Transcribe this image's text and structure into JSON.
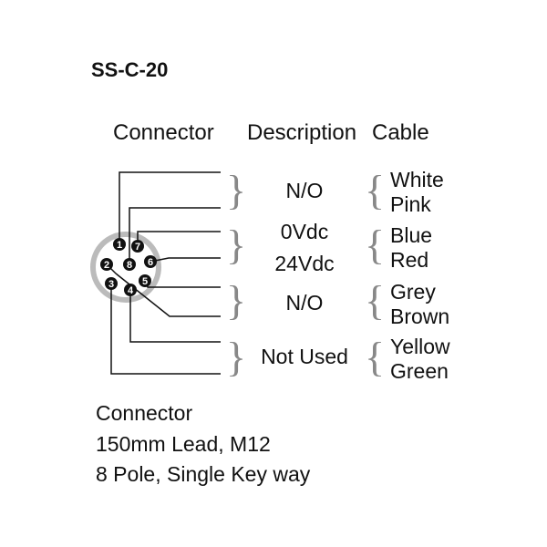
{
  "title": "SS-C-20",
  "headers": {
    "connector": "Connector",
    "description": "Description",
    "cable": "Cable"
  },
  "pins": [
    "1",
    "2",
    "3",
    "4",
    "5",
    "6",
    "7",
    "8"
  ],
  "groups": [
    {
      "description": [
        "N/O"
      ],
      "cables": [
        "White",
        "Pink"
      ]
    },
    {
      "description": [
        "0Vdc",
        "24Vdc"
      ],
      "cables": [
        "Blue",
        "Red"
      ]
    },
    {
      "description": [
        "N/O"
      ],
      "cables": [
        "Grey",
        "Brown"
      ]
    },
    {
      "description": [
        "Not Used"
      ],
      "cables": [
        "Yellow",
        "Green"
      ]
    }
  ],
  "footer": [
    "Connector",
    "150mm Lead, M12",
    "8 Pole, Single Key way"
  ],
  "colors": {
    "line": "#111111",
    "connector_ring": "#bbbbbb",
    "brace": "#888888"
  }
}
